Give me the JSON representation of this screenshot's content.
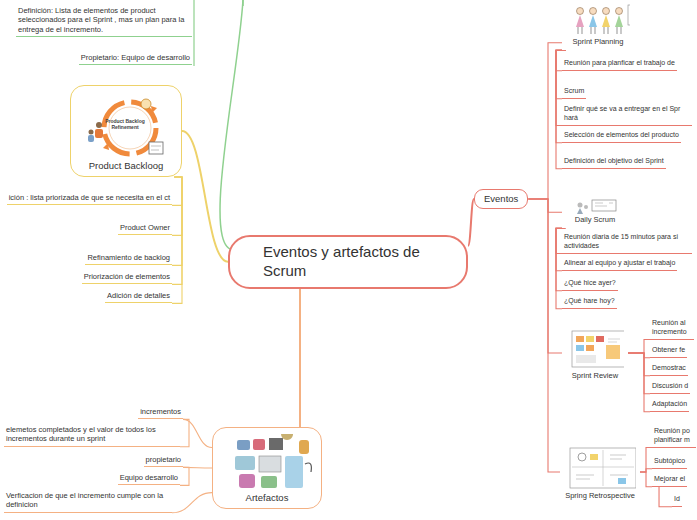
{
  "diagram": {
    "nodes": [
      {
        "text": [
          "Eventos y artefactos de Scrum"
        ]
      },
      {
        "text": [
          "Definición: Lista de elementos de product seleccionados para el Sprint , mas un plan para la entrega de el incremento."
        ]
      },
      {
        "text": [
          "Propietario: Equipo de desarrollo"
        ]
      },
      {
        "text": [
          "Product Backloog"
        ]
      },
      {
        "text": [
          "ición : lista priorizada de que se necesita en el ct"
        ]
      },
      {
        "text": [
          "Product Owner"
        ]
      },
      {
        "text": [
          "Refinamiento de backlog"
        ]
      },
      {
        "text": [
          "Priorización de elementos"
        ]
      },
      {
        "text": [
          "Adición de detalles"
        ]
      },
      {
        "text": [
          "Artefactos"
        ]
      },
      {
        "text": [
          "incrementos"
        ]
      },
      {
        "text": [
          "elemetos completados y el valor de todos los incrementos durante un sprint"
        ]
      },
      {
        "text": [
          "propietario"
        ]
      },
      {
        "text": [
          "Equipo desarrollo"
        ]
      },
      {
        "text": [
          "Verficacion de que el incremento cumple con la definicion"
        ]
      },
      {
        "text": [
          "Eventos"
        ]
      },
      {
        "text": [
          "Sprint Planning"
        ]
      },
      {
        "text": [
          "Reunión para planficar el trabajo de"
        ]
      },
      {
        "text": [
          "Scrum"
        ]
      },
      {
        "text": [
          "Definir qué se va a entregar en el Spr hará"
        ]
      },
      {
        "text": [
          "Selección de elementos del producto"
        ]
      },
      {
        "text": [
          "Definición del objetivo del Sprint"
        ]
      },
      {
        "text": [
          "Daily Scrum"
        ]
      },
      {
        "text": [
          "Reunión diaria de 15 minutos para si actividades"
        ]
      },
      {
        "text": [
          "Alinear al equipo y ajustar el trabajo"
        ]
      },
      {
        "text": [
          "¿Qué hice ayer?"
        ]
      },
      {
        "text": [
          "¿Qué hare hoy?"
        ]
      },
      {
        "text": [
          "Sprint Review"
        ]
      },
      {
        "text": [
          "Reunión al incremento"
        ]
      },
      {
        "text": [
          "Obtener fe"
        ]
      },
      {
        "text": [
          "Demostrac"
        ]
      },
      {
        "text": [
          "Discusión d"
        ]
      },
      {
        "text": [
          "Adaptación"
        ]
      },
      {
        "text": [
          "Spring Retrospective"
        ]
      },
      {
        "text": [
          "Reunión po planificar m"
        ]
      },
      {
        "text": [
          "Subtópico"
        ]
      },
      {
        "text": [
          "Mejorar el"
        ]
      },
      {
        "text": [
          "Id"
        ]
      }
    ],
    "edges": [
      {
        "from": 0,
        "to": 3,
        "arrow": "none"
      },
      {
        "from": 3,
        "to": 4,
        "arrow": "none"
      },
      {
        "from": 3,
        "to": 5,
        "arrow": "none"
      },
      {
        "from": 3,
        "to": 6,
        "arrow": "none"
      },
      {
        "from": 3,
        "to": 7,
        "arrow": "none"
      },
      {
        "from": 3,
        "to": 8,
        "arrow": "none"
      },
      {
        "from": 0,
        "to": 9,
        "arrow": "none"
      },
      {
        "from": 9,
        "to": 10,
        "arrow": "none"
      },
      {
        "from": 10,
        "to": 11,
        "arrow": "none"
      },
      {
        "from": 9,
        "to": 12,
        "arrow": "none"
      },
      {
        "from": 12,
        "to": 13,
        "arrow": "none"
      },
      {
        "from": 9,
        "to": 14,
        "arrow": "none"
      },
      {
        "from": 0,
        "to": 15,
        "arrow": "none"
      },
      {
        "from": 15,
        "to": 16,
        "arrow": "none"
      },
      {
        "from": 15,
        "to": 22,
        "arrow": "none"
      },
      {
        "from": 15,
        "to": 27,
        "arrow": "none"
      },
      {
        "from": 15,
        "to": 33,
        "arrow": "none"
      },
      {
        "from": 16,
        "to": 17,
        "arrow": "none"
      },
      {
        "from": 16,
        "to": 18,
        "arrow": "none"
      },
      {
        "from": 16,
        "to": 19,
        "arrow": "none"
      },
      {
        "from": 16,
        "to": 20,
        "arrow": "none"
      },
      {
        "from": 16,
        "to": 21,
        "arrow": "none"
      },
      {
        "from": 22,
        "to": 23,
        "arrow": "none"
      },
      {
        "from": 22,
        "to": 24,
        "arrow": "none"
      },
      {
        "from": 22,
        "to": 25,
        "arrow": "none"
      },
      {
        "from": 22,
        "to": 26,
        "arrow": "none"
      },
      {
        "from": 27,
        "to": 28,
        "arrow": "none"
      },
      {
        "from": 27,
        "to": 29,
        "arrow": "none"
      },
      {
        "from": 27,
        "to": 30,
        "arrow": "none"
      },
      {
        "from": 27,
        "to": 31,
        "arrow": "none"
      },
      {
        "from": 27,
        "to": 32,
        "arrow": "none"
      },
      {
        "from": 33,
        "to": 34,
        "arrow": "none"
      },
      {
        "from": 33,
        "to": 35,
        "arrow": "none"
      },
      {
        "from": 33,
        "to": 36,
        "arrow": "none"
      },
      {
        "from": 36,
        "to": 37,
        "arrow": "none"
      }
    ],
    "labels": [
      "Product Backlog Refinement"
    ]
  }
}
